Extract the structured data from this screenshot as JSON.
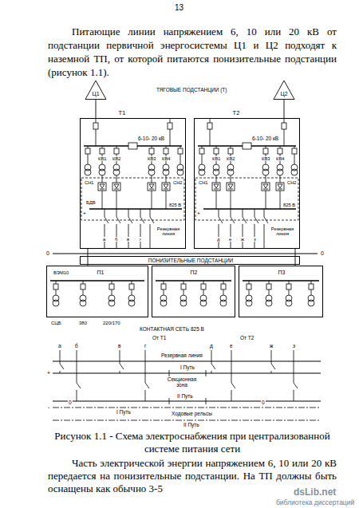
{
  "diagram": {
    "caption": "Рисунок 1.1 - Схема электроснабжения при централизованной системе питания сети",
    "nodes": [
      {
        "text": [
          "Ц1"
        ]
      },
      {
        "text": [
          "Ц2"
        ]
      },
      {
        "text": [
          "Т1"
        ]
      },
      {
        "text": [
          "Т2"
        ]
      },
      {
        "text": [
          "ПОНИЗИТЕЛЬНЫЕ ПОДСТАНЦИИ"
        ]
      },
      {
        "text": [
          "П1"
        ]
      },
      {
        "text": [
          "П2"
        ]
      },
      {
        "text": [
          "П3"
        ]
      }
    ],
    "edges": [
      {
        "from": 0,
        "to": 2,
        "arrow": "none"
      },
      {
        "from": 1,
        "to": 3,
        "arrow": "none"
      },
      {
        "from": 2,
        "to": 5,
        "arrow": "none"
      },
      {
        "from": 3,
        "to": 7,
        "arrow": "none"
      }
    ],
    "labels": [
      "13",
      "Питающие линии напряжением 6, 10 или 20 кВ от подстанции первичной энергосистемы Ц1 и Ц2 подходят к наземной ТП, от которой питаются понизительные подстанции (рисунок 1.1).",
      "ТЯГОВЫЕ ПОДСТАНЦИИ (Т)",
      "6-10- 20 кВ",
      "КВ1",
      "КВ2",
      "КВ3",
      "КВ4",
      "СН1",
      "СН2",
      "БДВ",
      "825 В",
      "+",
      "Резервная линия",
      "а",
      "б",
      "в",
      "г",
      "6-10- 20 кВ",
      "КВ1",
      "КВ2",
      "КВ3",
      "КВ4",
      "СН1",
      "СН2",
      "825 В",
      "+",
      "Резервная линия",
      "д",
      "е",
      "ж",
      "з",
      "0",
      "0",
      "ВЭМ10",
      "СЦБ",
      "380",
      "220/170",
      "КОНТАКТНАЯ СЕТЬ 825 В",
      "От Т1",
      "От Т2",
      "а",
      "б",
      "в",
      "г",
      "д",
      "е",
      "ж",
      "з",
      "Резервная линия",
      "I Путь",
      "Секционная зона",
      "II Путь",
      "0",
      "0",
      "I Путь",
      "Ходовые рельсы",
      "II Путь",
      "Часть электрической энергии напряжением 6, 10 или 20 кВ передается на понизительные подстанции. На ТП должны быть оснащены как обычно 3-5",
      "dsLib.net",
      "библиотека диссертаций",
      "+",
      "-"
    ]
  }
}
